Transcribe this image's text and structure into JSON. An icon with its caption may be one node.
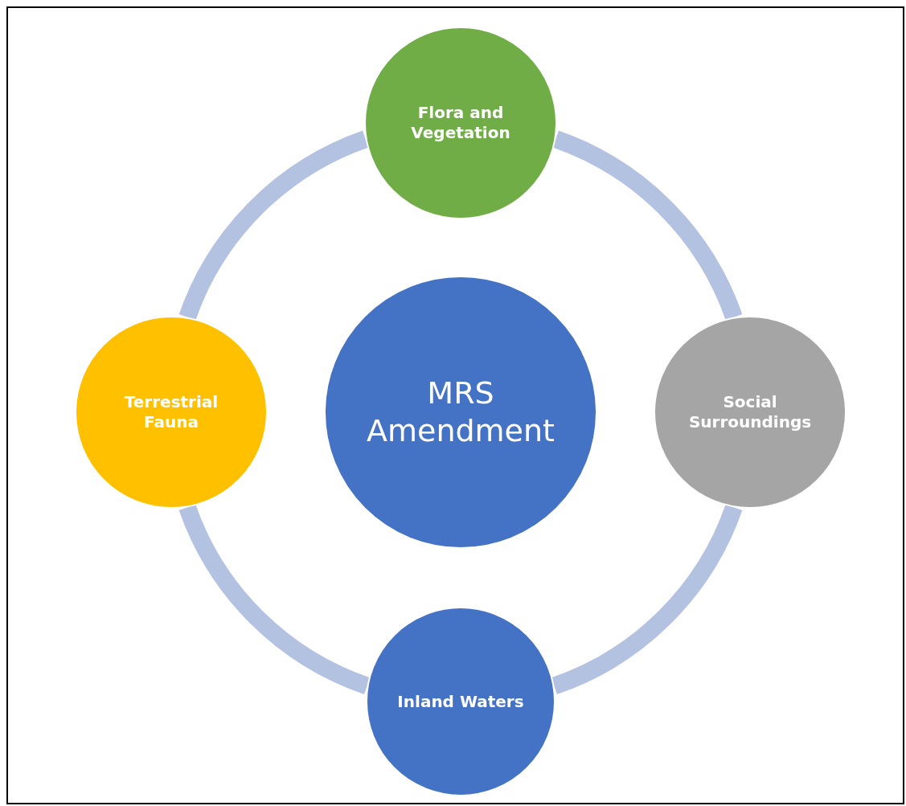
{
  "diagram": {
    "nodes": [
      {
        "text": [
          "MRS Amendment"
        ]
      },
      {
        "text": [
          "Flora and Vegetation"
        ]
      },
      {
        "text": [
          "Terrestrial Fauna"
        ]
      },
      {
        "text": [
          "Social Surroundings"
        ]
      },
      {
        "text": [
          "Inland Waters"
        ]
      }
    ],
    "edges": [
      {
        "from": 1,
        "to": 3,
        "arrow": "none"
      },
      {
        "from": 3,
        "to": 4,
        "arrow": "none"
      },
      {
        "from": 4,
        "to": 2,
        "arrow": "none"
      },
      {
        "from": 2,
        "to": 1,
        "arrow": "none"
      }
    ]
  }
}
